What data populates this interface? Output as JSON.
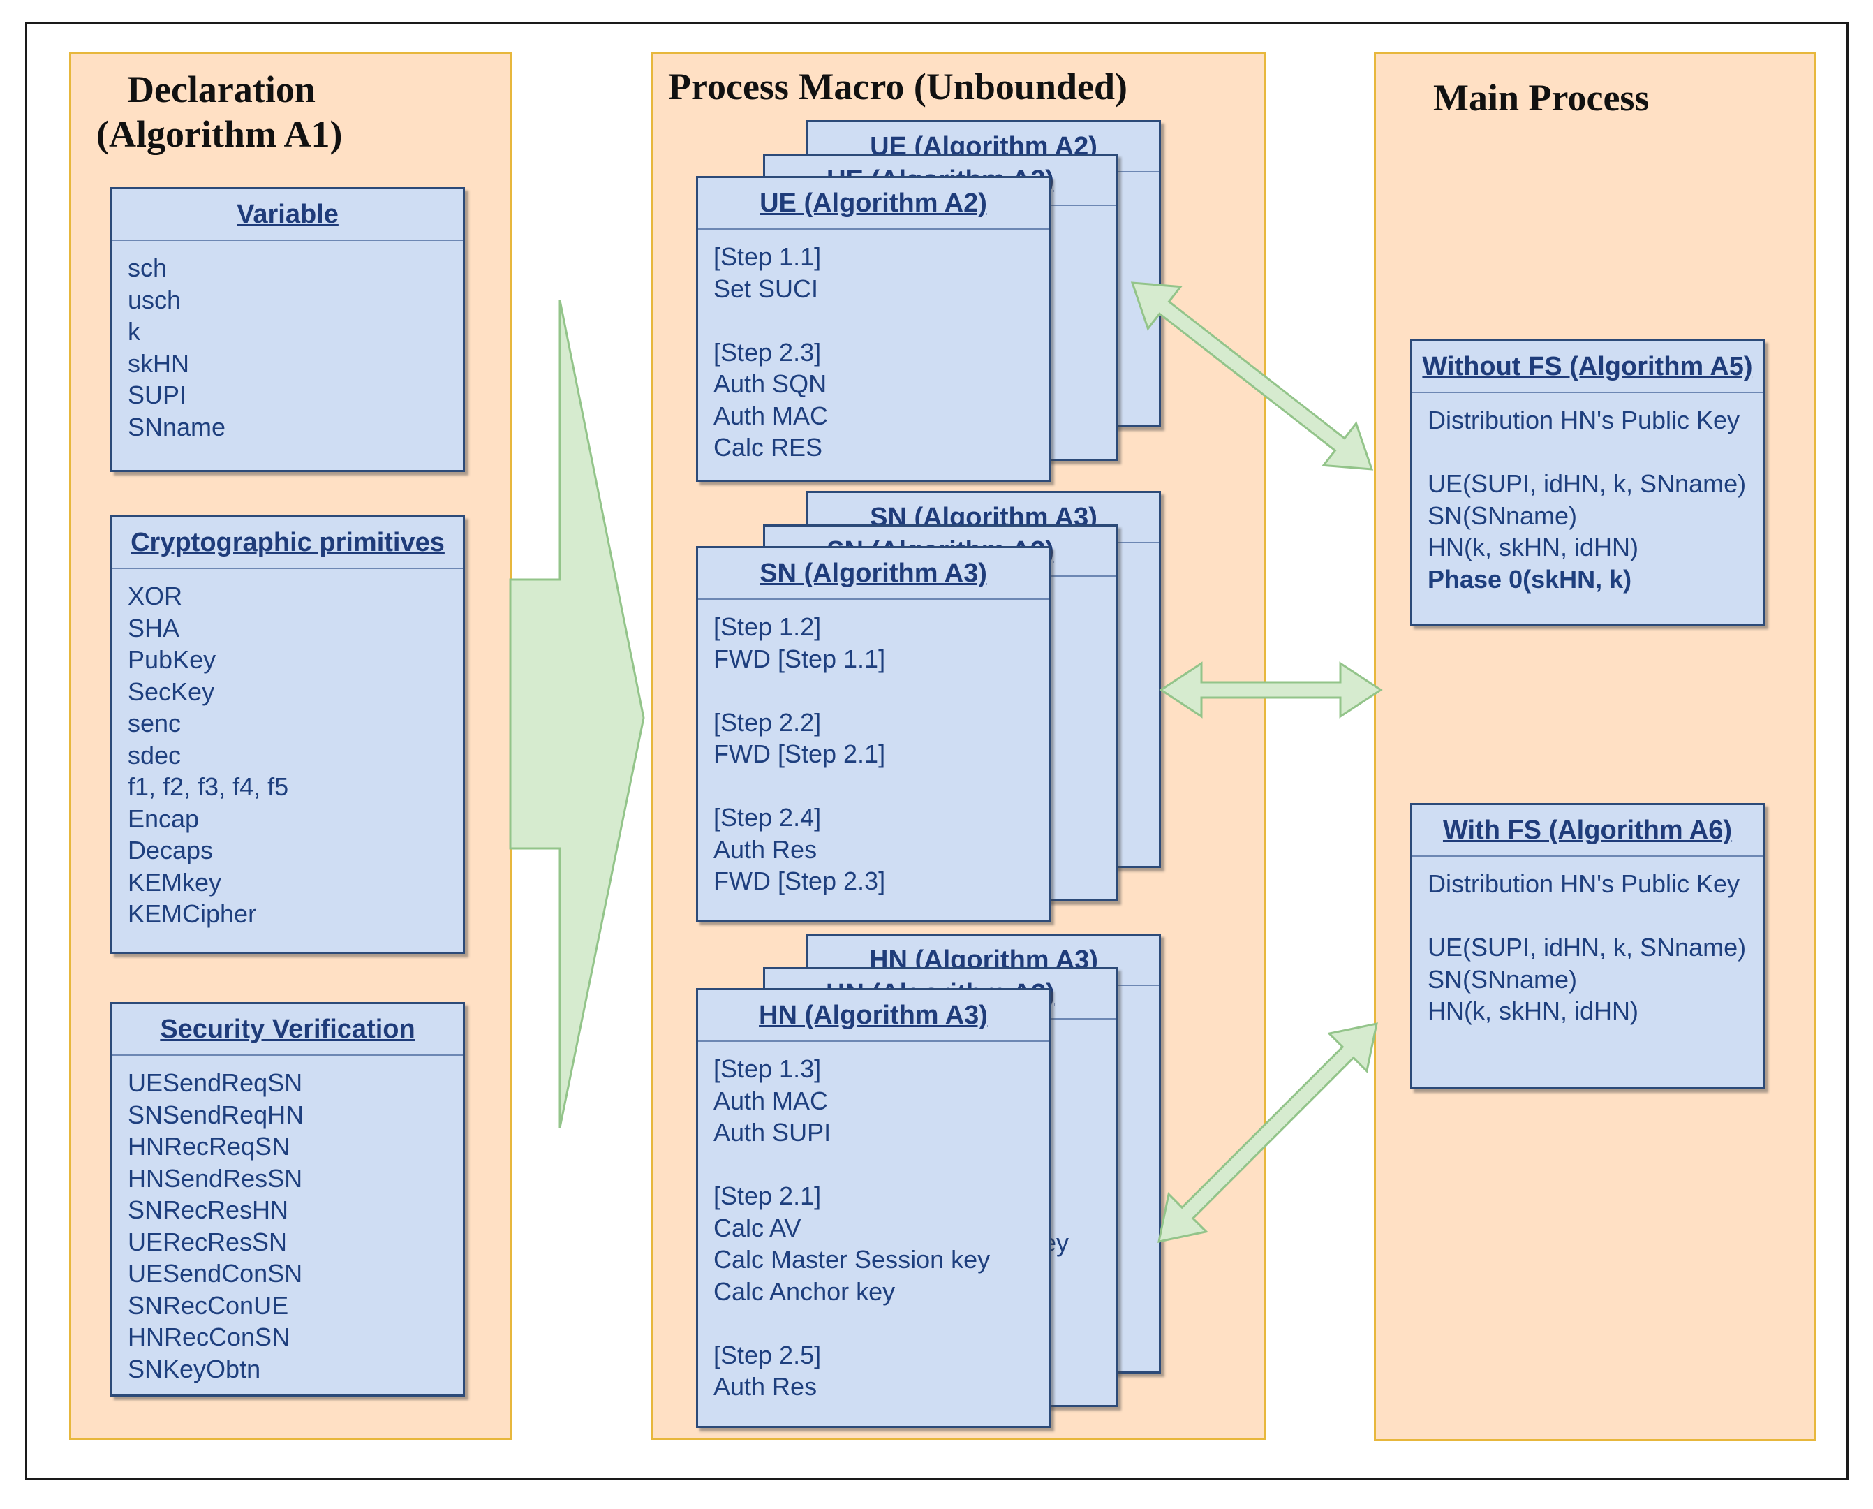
{
  "columns": {
    "declaration": {
      "title_line1": "Declaration",
      "title_line2": "(Algorithm A1)",
      "boxes": [
        {
          "header": "Variable",
          "lines": [
            "sch",
            "usch",
            "k",
            "skHN",
            "SUPI",
            "SNname"
          ]
        },
        {
          "header": "Cryptographic primitives",
          "lines": [
            "XOR",
            "SHA",
            "PubKey",
            "SecKey",
            "senc",
            "sdec",
            "f1, f2, f3, f4, f5",
            "Encap",
            "Decaps",
            "KEMkey",
            "KEMCipher"
          ]
        },
        {
          "header": "Security Verification",
          "lines": [
            "UESendReqSN",
            "SNSendReqHN",
            "HNRecReqSN",
            "HNSendResSN",
            "SNRecResHN",
            "UERecResSN",
            "UESendConSN",
            "SNRecConUE",
            "HNRecConSN",
            "SNKeyObtn"
          ]
        }
      ]
    },
    "process_macro": {
      "title": "Process Macro (Unbounded)",
      "stacks": [
        {
          "header": "UE (Algorithm A2)",
          "lines": [
            "[Step 1.1]",
            "Set SUCI",
            "",
            "[Step 2.3]",
            "Auth SQN",
            "Auth MAC",
            "Calc RES"
          ]
        },
        {
          "header": "SN (Algorithm A3)",
          "lines": [
            "[Step 1.2]",
            "FWD [Step 1.1]",
            "",
            "[Step 2.2]",
            "FWD [Step 2.1]",
            "",
            "[Step 2.4]",
            "Auth Res",
            "FWD [Step 2.3]"
          ]
        },
        {
          "header": "HN (Algorithm A3)",
          "lines": [
            "[Step 1.3]",
            "Auth MAC",
            "Auth SUPI",
            "",
            "[Step 2.1]",
            "Calc AV",
            "Calc Master Session key",
            "Calc Anchor key",
            "",
            "[Step 2.5]",
            "Auth Res"
          ]
        }
      ]
    },
    "main_process": {
      "title": "Main Process",
      "boxes": [
        {
          "header": "Without FS (Algorithm A5)",
          "lines": [
            "Distribution HN's Public Key",
            "",
            "UE(SUPI, idHN, k, SNname)",
            "SN(SNname)",
            "HN(k, skHN, idHN)",
            "Phase 0(skHN, k)"
          ],
          "bold_last": true
        },
        {
          "header": "With FS (Algorithm A6)",
          "lines": [
            "Distribution HN's Public Key",
            "",
            "UE(SUPI, idHN, k, SNname)",
            "SN(SNname)",
            "HN(k, skHN, idHN)"
          ],
          "bold_last": false
        }
      ]
    }
  },
  "peek_text": "ey",
  "colors": {
    "column_fill": "#ffe0c4",
    "column_border": "#e7b73c",
    "box_fill": "#cfddf3",
    "box_border": "#2c4a78",
    "box_text": "#1e3f7e",
    "arrow_fill": "#d6ebcf",
    "arrow_stroke": "#93c48a"
  }
}
